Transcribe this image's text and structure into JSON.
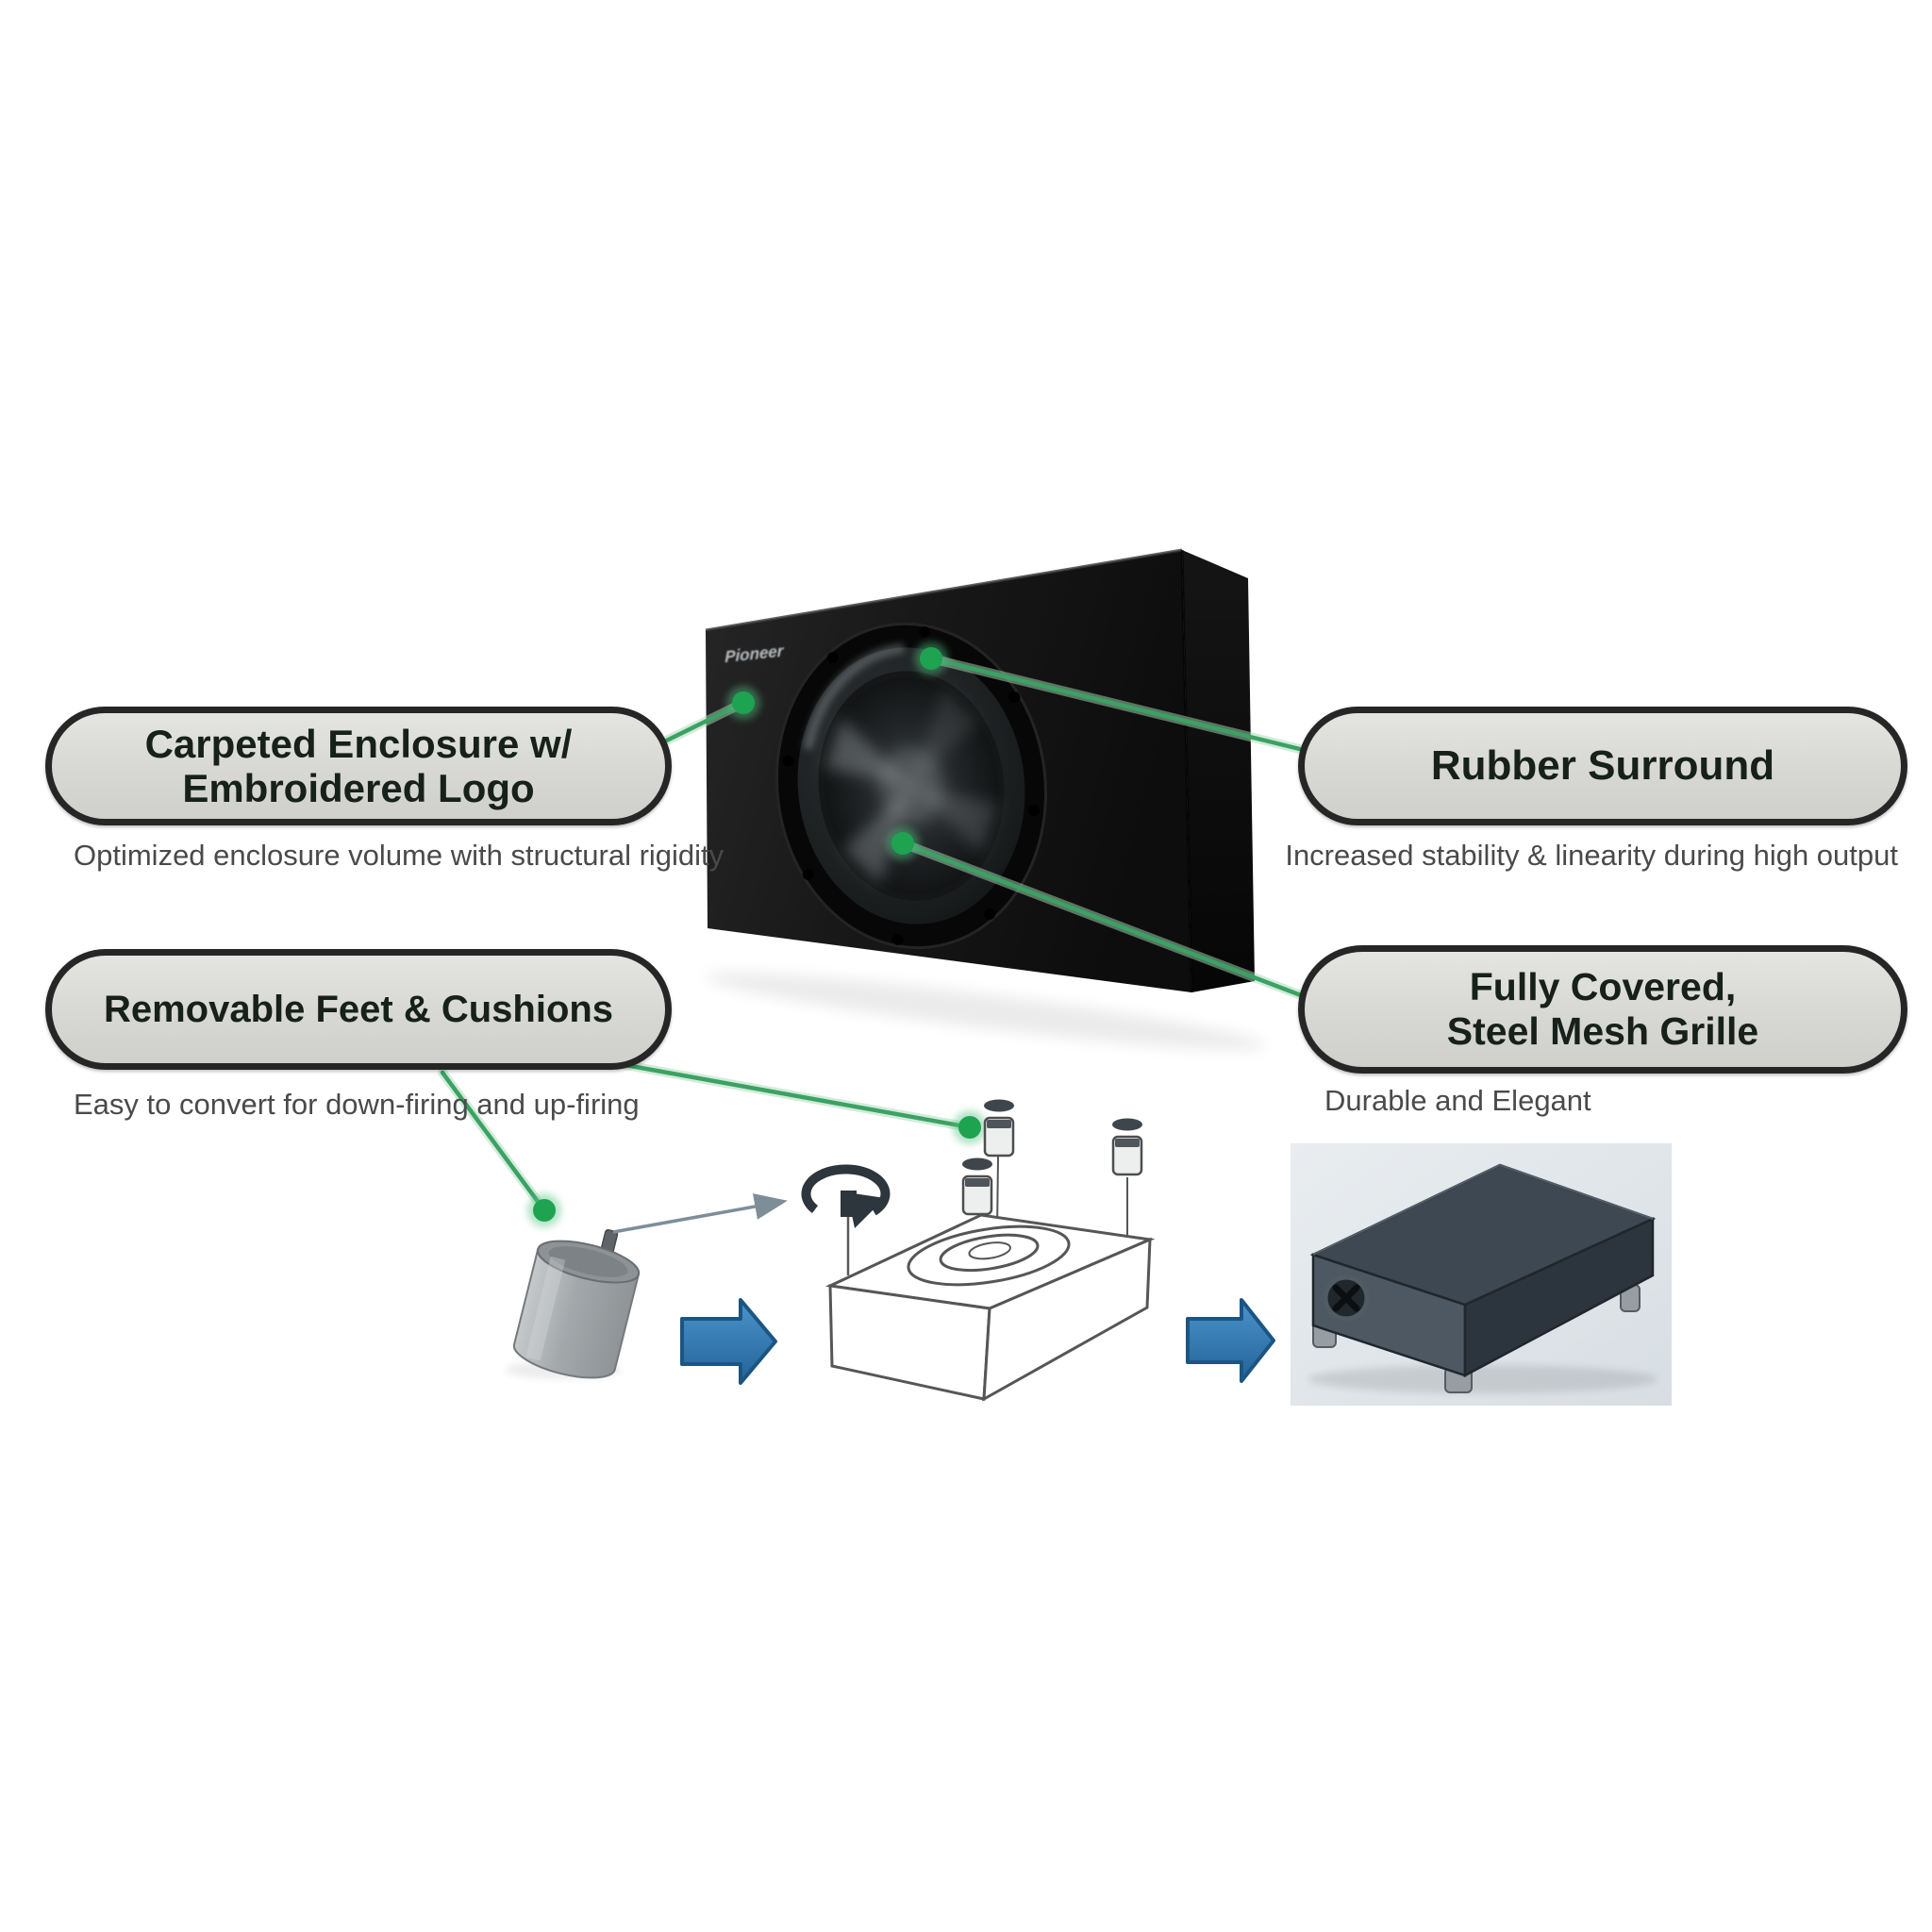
{
  "brand": {
    "logo": "Pioneer"
  },
  "callouts": {
    "carpeted": {
      "line1": "Carpeted Enclosure w/",
      "line2": "Embroidered Logo",
      "desc1": "Optimized enclosure volume",
      "desc2": "with structural rigidity"
    },
    "rubber": {
      "line1": "Rubber Surround",
      "desc1": "Increased stability & linearity",
      "desc2": "during high output"
    },
    "feet": {
      "line1": "Removable Feet & Cushions",
      "desc1": "Easy to convert",
      "desc2": "for down-firing and up-firing"
    },
    "grille": {
      "line1": "Fully Covered,",
      "line2": "Steel Mesh Grille",
      "desc1": "Durable and Elegant"
    }
  },
  "icons": {
    "callout_point": "green-dot-marker",
    "rotate": "rotate-clockwise-arrow",
    "step_arrow": "blue-right-block-arrow",
    "pointer_arrow": "thin-gray-arrow"
  },
  "colors": {
    "accent_green": "#3aa262",
    "dot_green": "#1ea351",
    "arrow_blue": "#2e7cb8",
    "arrow_blue_dark": "#1c5583",
    "callout_fill": "#d7d8d4",
    "callout_border": "#262626",
    "title_text": "#17201b",
    "desc_text": "#4a4a4a"
  }
}
